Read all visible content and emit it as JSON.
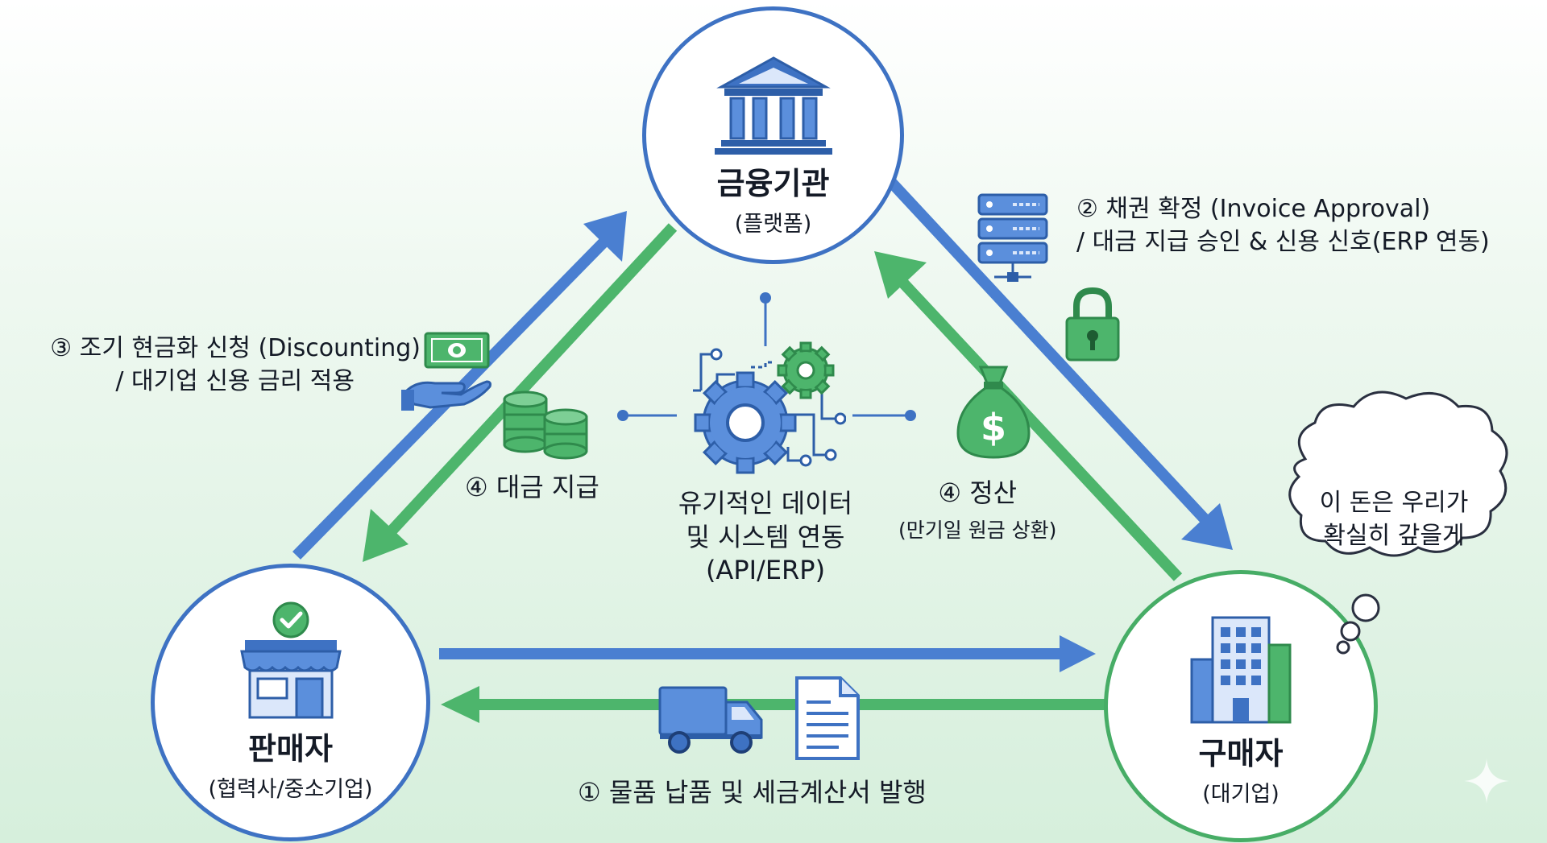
{
  "nodes": {
    "bank": {
      "title": "금융기관",
      "sub": "(플랫폼)"
    },
    "seller": {
      "title": "판매자",
      "sub": "(협력사/중소기업)"
    },
    "buyer": {
      "title": "구매자",
      "sub": "(대기업)"
    }
  },
  "labels": {
    "step1": "① 물품 납품 및 세금계산서 발행",
    "step2_line1": "② 채권 확정 (Invoice Approval)",
    "step2_line2": "/ 대금 지급 승인 & 신용 신호(ERP 연동)",
    "step3_line1": "③ 조기 현금화 신청 (Discounting)",
    "step3_line2": "/ 대기업 신용 금리 적용",
    "step4_pay": "④ 대금 지급",
    "step4_settle": "④ 정산",
    "step4_settle_sub": "(만기일 원금 상환)"
  },
  "center": {
    "line1": "유기적인 데이터",
    "line2": "및 시스템 연동",
    "line3": "(API/ERP)"
  },
  "bubble": {
    "line1": "이 돈은 우리가",
    "line2": "확실히 갚을게"
  },
  "icons": {
    "bank": "bank-building-icon",
    "store": "storefront-icon",
    "office": "office-building-icon",
    "server": "server-icon",
    "lock": "padlock-icon",
    "cash": "cash-hand-icon",
    "coins": "coin-stack-icon",
    "moneybag": "money-bag-icon",
    "gears": "gears-icon",
    "truck": "delivery-truck-icon",
    "document": "invoice-document-icon"
  },
  "colors": {
    "blue_flow": "#4a7fd1",
    "green_flow": "#4db56c",
    "blue_node": "#3e72c3",
    "green_node": "#47ad66"
  }
}
